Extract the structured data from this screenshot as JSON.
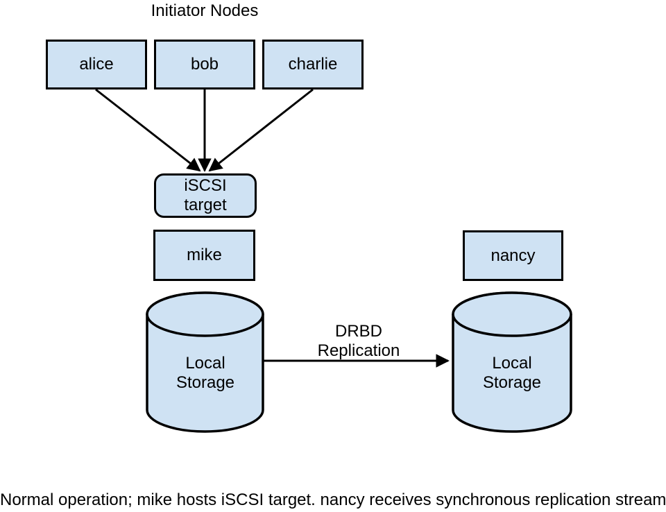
{
  "diagram": {
    "title": "Initiator Nodes",
    "initiators": [
      {
        "label": "alice"
      },
      {
        "label": "bob"
      },
      {
        "label": "charlie"
      }
    ],
    "iscsi_target": {
      "line1": "iSCSI",
      "line2": "target"
    },
    "hosts": [
      {
        "label": "mike"
      },
      {
        "label": "nancy"
      }
    ],
    "storage": [
      {
        "line1": "Local",
        "line2": "Storage"
      },
      {
        "line1": "Local",
        "line2": "Storage"
      }
    ],
    "replication": {
      "line1": "DRBD",
      "line2": "Replication"
    },
    "caption": "Normal operation; mike hosts iSCSI target. nancy receives synchronous replication stream"
  },
  "colors": {
    "node_fill": "#cfe2f3",
    "stroke": "#000000",
    "background": "#ffffff",
    "text": "#000000"
  }
}
